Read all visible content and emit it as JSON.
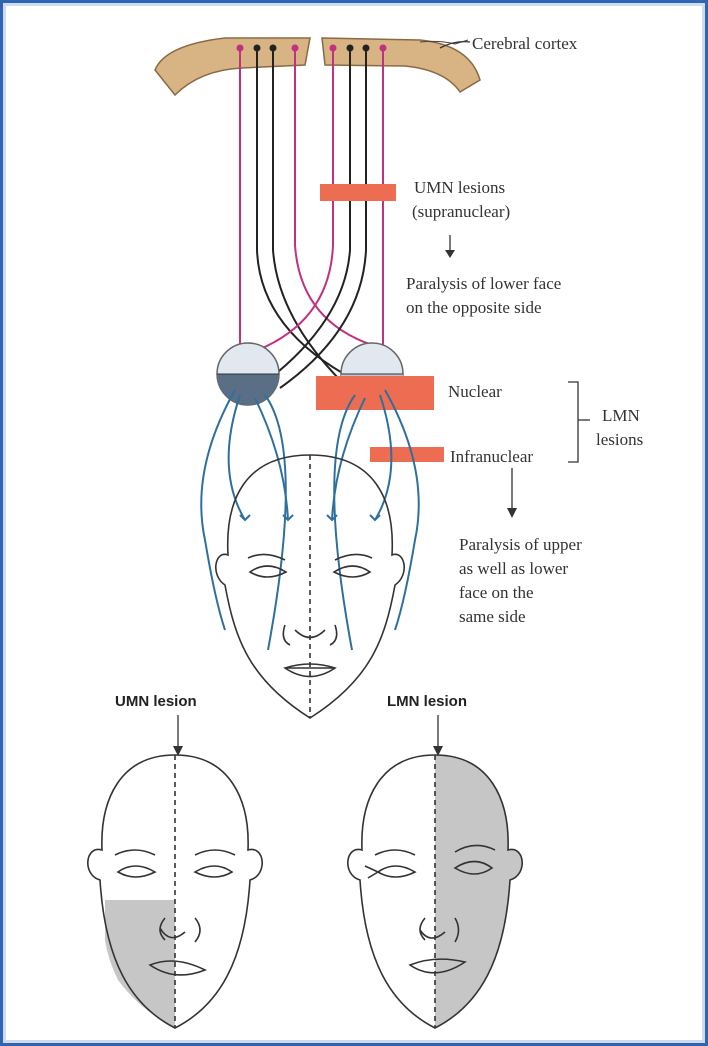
{
  "labels": {
    "cortex": "Cerebral cortex",
    "umn_lesions_1": "UMN lesions",
    "umn_lesions_2": "(supranuclear)",
    "umn_effect_1": "Paralysis of lower face",
    "umn_effect_2": "on the opposite side",
    "nuclear": "Nuclear",
    "infranuclear": "Infranuclear",
    "lmn_lesions_1": "LMN",
    "lmn_lesions_2": "lesions",
    "lmn_effect_1": "Paralysis of upper",
    "lmn_effect_2": "as well as lower",
    "lmn_effect_3": "face on the",
    "lmn_effect_4": "same side",
    "umn_face": "UMN lesion",
    "lmn_face": "LMN lesion"
  },
  "colors": {
    "frame": "#2f65b3",
    "cortex_fill": "#d8b383",
    "upper_fiber": "#c0317f",
    "lower_fiber": "#222222",
    "lmn_fiber": "#2e6f9e",
    "lesion_bar": "#ec6d52",
    "paralysis_shade": "#c6c6c6"
  }
}
